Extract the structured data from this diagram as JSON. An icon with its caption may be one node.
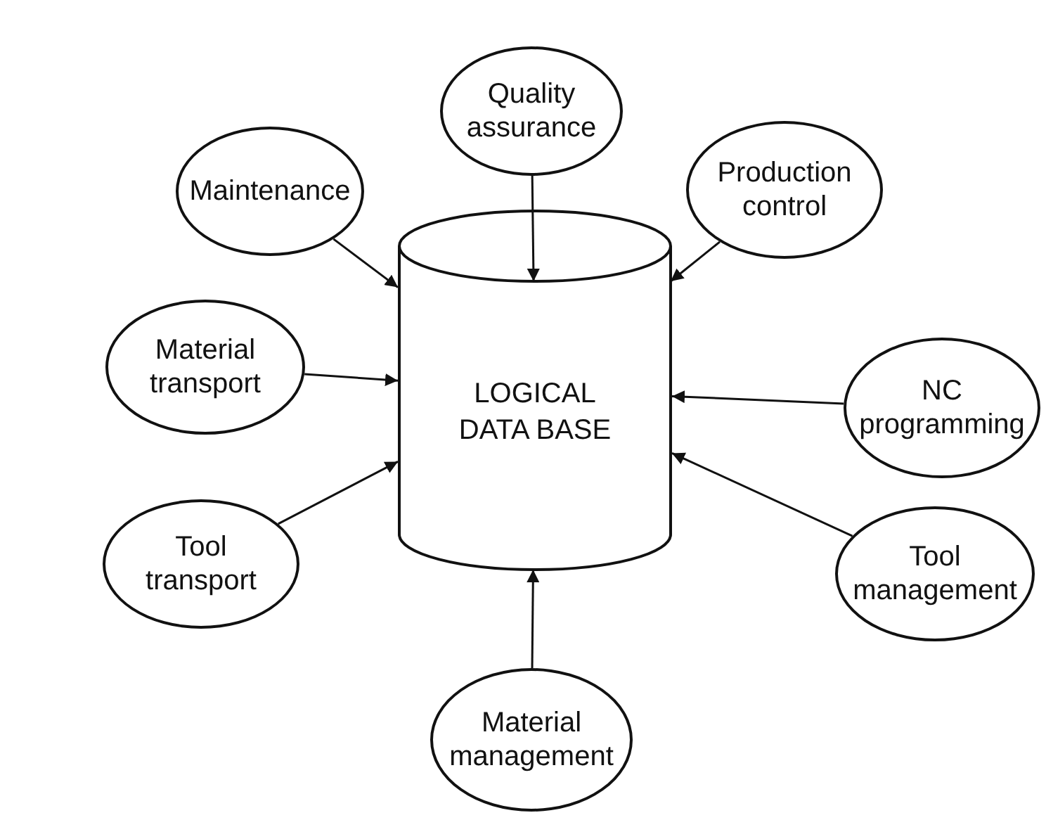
{
  "diagram": {
    "nodes": [
      {
        "text": [
          "Quality assurance"
        ]
      },
      {
        "text": [
          "Maintenance"
        ]
      },
      {
        "text": [
          "Production control"
        ]
      },
      {
        "text": [
          "Material transport"
        ]
      },
      {
        "text": [
          "LOGICAL DATA BASE"
        ]
      },
      {
        "text": [
          "NC programming"
        ]
      },
      {
        "text": [
          "Tool transport"
        ]
      },
      {
        "text": [
          "Tool management"
        ]
      },
      {
        "text": [
          "Material management"
        ]
      }
    ],
    "edges": [
      {
        "from": 0,
        "to": 4,
        "arrow": "to"
      },
      {
        "from": 1,
        "to": 4,
        "arrow": "to"
      },
      {
        "from": 2,
        "to": 4,
        "arrow": "to"
      },
      {
        "from": 3,
        "to": 4,
        "arrow": "to"
      },
      {
        "from": 5,
        "to": 4,
        "arrow": "to"
      },
      {
        "from": 6,
        "to": 4,
        "arrow": "to"
      },
      {
        "from": 7,
        "to": 4,
        "arrow": "to"
      },
      {
        "from": 8,
        "to": 4,
        "arrow": "to"
      }
    ]
  }
}
